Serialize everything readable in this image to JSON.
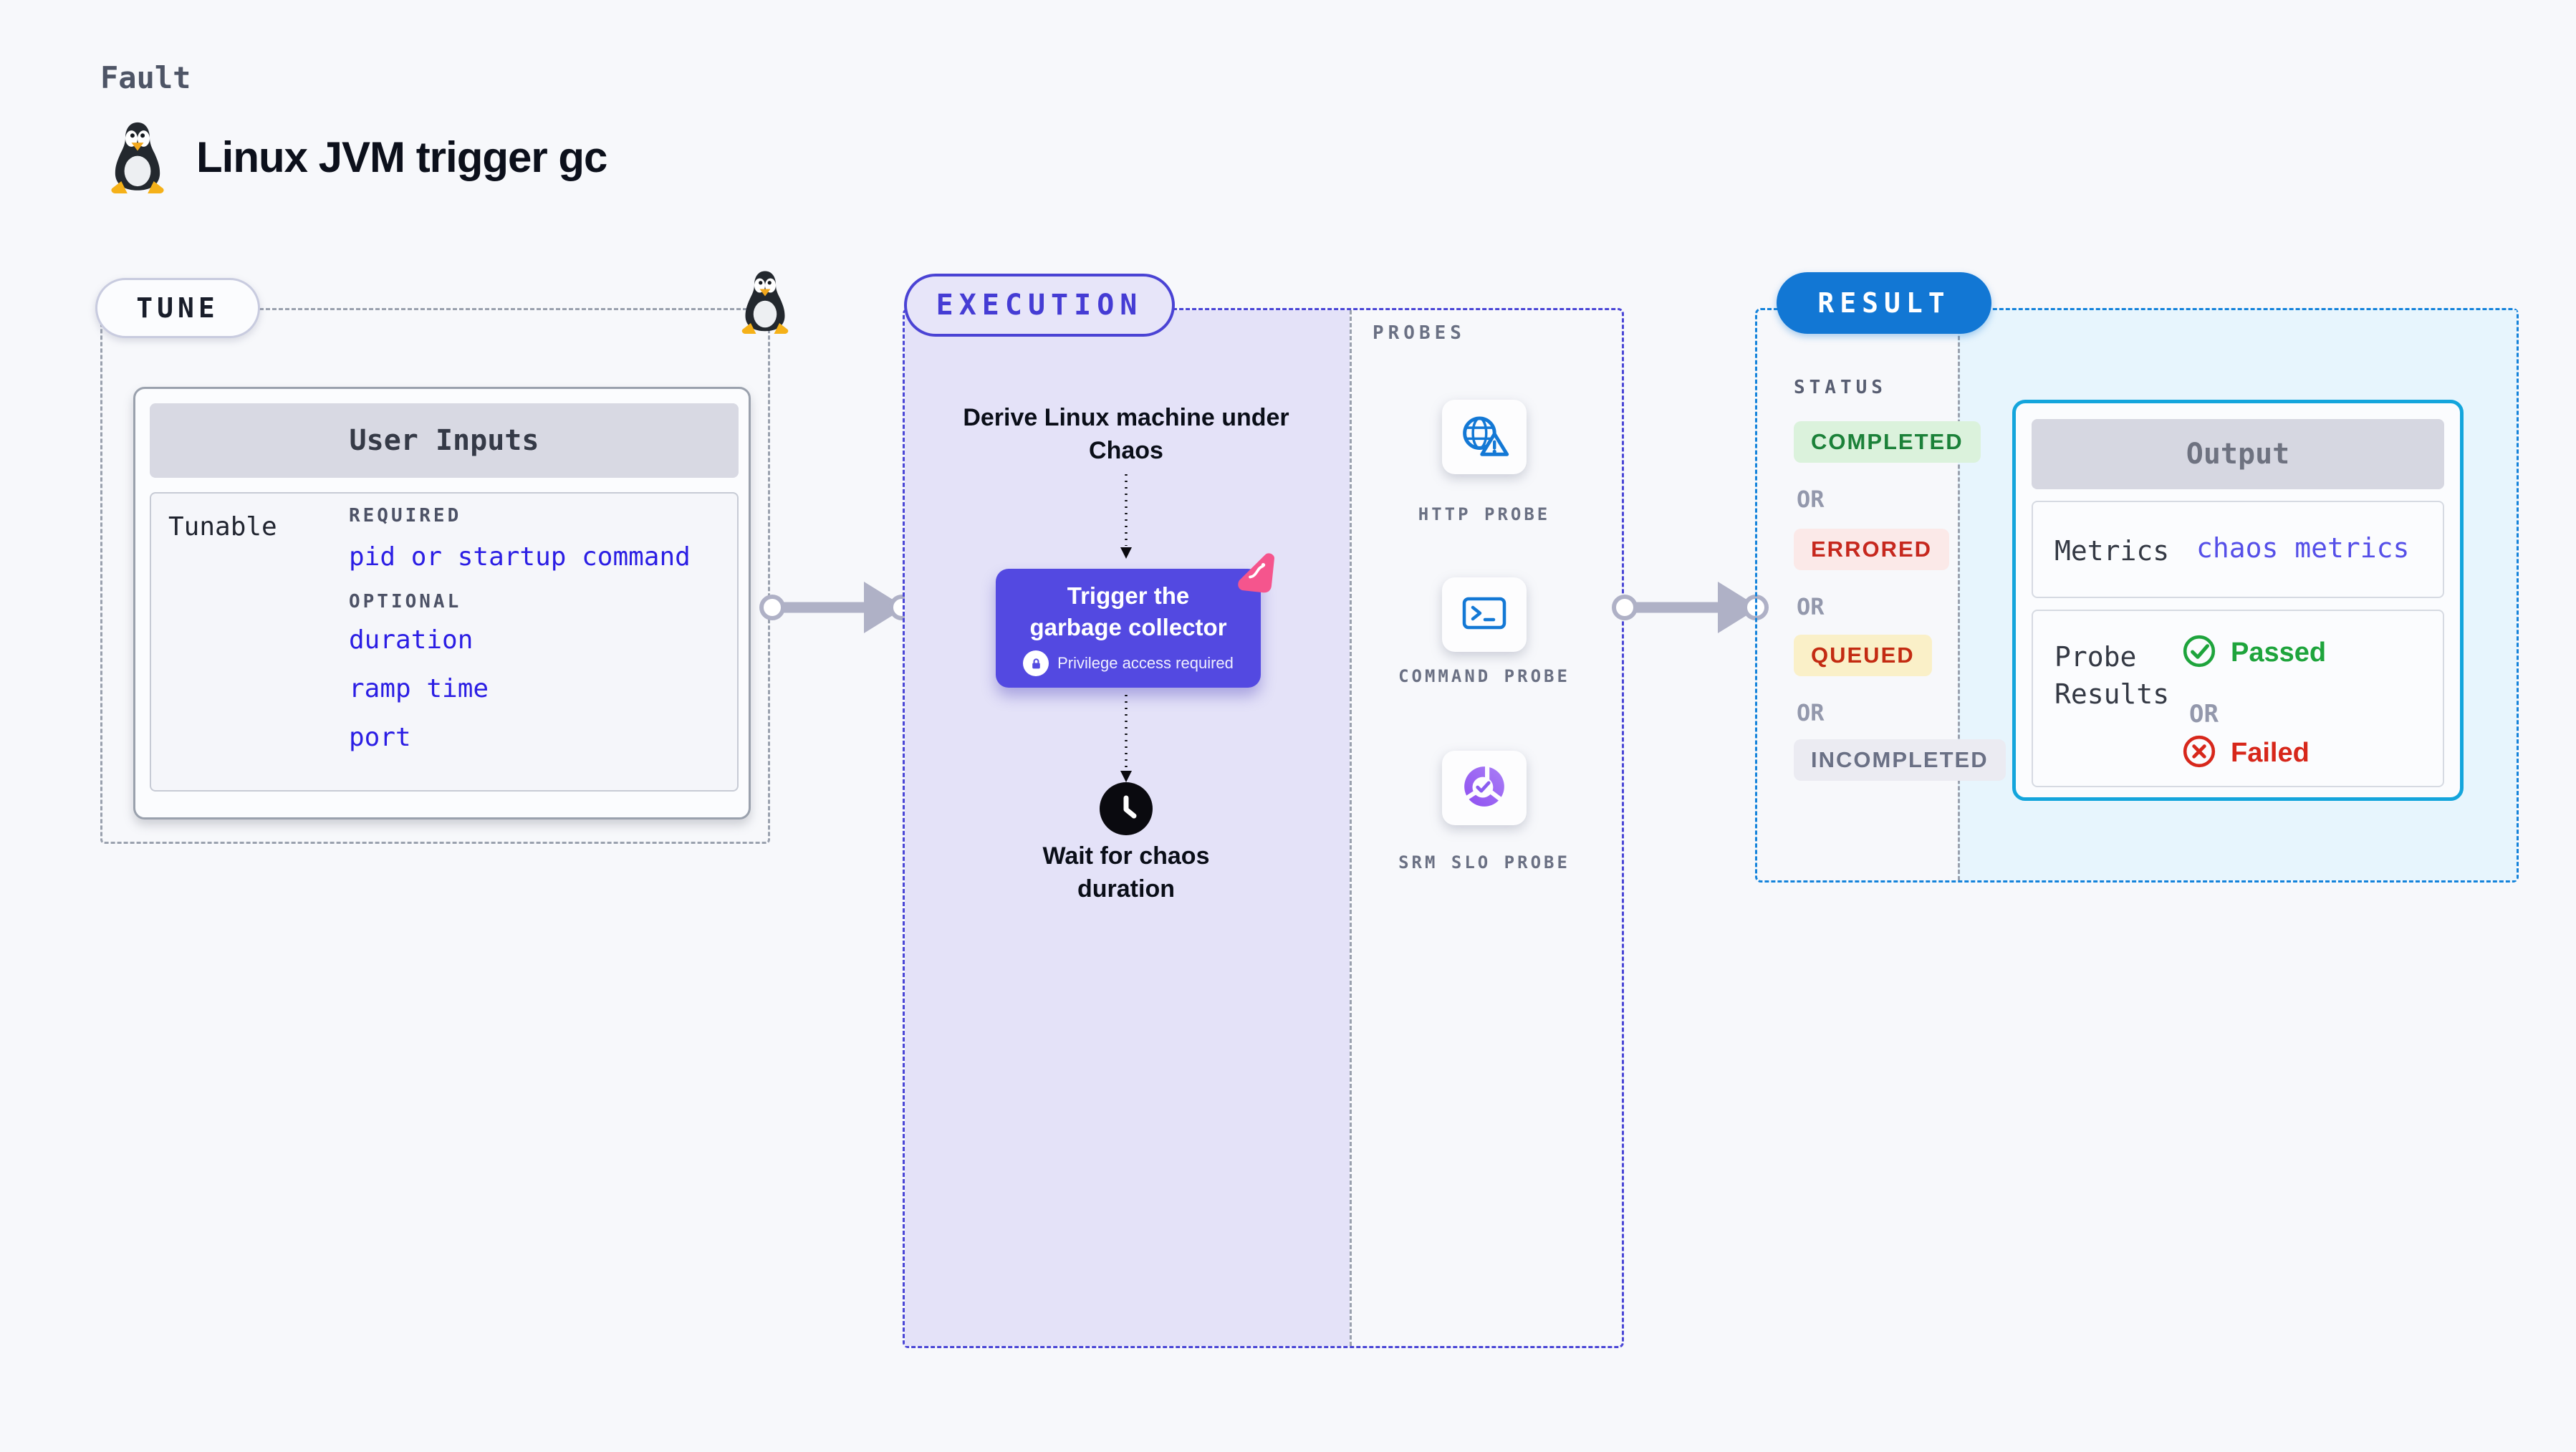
{
  "page": {
    "fault_label": "Fault",
    "title": "Linux JVM trigger gc"
  },
  "tune": {
    "pill": "TUNE",
    "card_header": "User Inputs",
    "row_label": "Tunable",
    "required_label": "REQUIRED",
    "required_items": [
      "pid or startup command"
    ],
    "optional_label": "OPTIONAL",
    "optional_items": [
      "duration",
      "ramp time",
      "port"
    ]
  },
  "execution": {
    "pill": "EXECUTION",
    "derive_text": "Derive Linux machine under Chaos",
    "button": {
      "line1": "Trigger the",
      "line2": "garbage collector",
      "note": "Privilege access required"
    },
    "wait_text": "Wait for chaos duration"
  },
  "probes": {
    "label": "PROBES",
    "items": [
      {
        "label": "HTTP PROBE",
        "icon": "globe-alert-icon"
      },
      {
        "label": "COMMAND PROBE",
        "icon": "terminal-icon"
      },
      {
        "label": "SRM SLO PROBE",
        "icon": "slo-gauge-icon"
      }
    ]
  },
  "result": {
    "pill": "RESULT",
    "status_label": "STATUS",
    "or_label": "OR",
    "statuses": [
      {
        "label": "COMPLETED",
        "bg": "#DBF2DC",
        "color": "#1B8139"
      },
      {
        "label": "ERRORED",
        "bg": "#FBE9E8",
        "color": "#C6281E"
      },
      {
        "label": "QUEUED",
        "bg": "#FAF0C8",
        "color": "#C32B12"
      },
      {
        "label": "INCOMPLETED",
        "bg": "#EBEBF2",
        "color": "#6A7085"
      }
    ],
    "output": {
      "header": "Output",
      "metrics_label": "Metrics",
      "metrics_value": "chaos metrics",
      "probe_results_label": "Probe Results",
      "passed_label": "Passed",
      "or_label": "OR",
      "failed_label": "Failed"
    }
  },
  "colors": {
    "page_bg": "#F7F8FB",
    "tune_dash": "#9AA1AE",
    "execution_dash": "#4A46D6",
    "execution_fill": "#E4E2F8",
    "result_dash": "#1483DB",
    "result_fill": "#E7F5FD",
    "result_pill_bg": "#1277D4",
    "button_bg": "#5349E1",
    "link_blue": "#2B1EE4",
    "metrics_link": "#554FE8",
    "passed_green": "#1EA43C",
    "failed_red": "#D7271B",
    "probe_icon_blue": "#1378D5",
    "slo_purple": "#8A5CF0",
    "chaos_badge_pink": "#F5558D",
    "arrow_gray": "#AFB1C6"
  }
}
